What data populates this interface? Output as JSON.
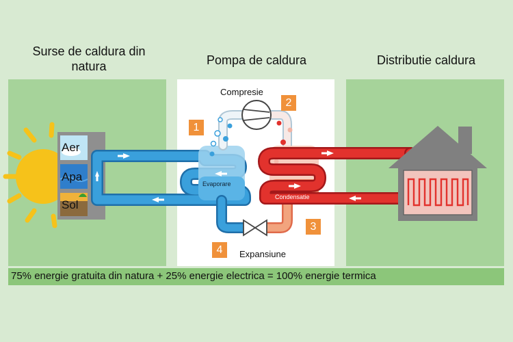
{
  "headings": {
    "left": "Surse de caldura din natura",
    "middle": "Pompa de caldura",
    "right": "Distributie caldura"
  },
  "sources": {
    "air": "Aer",
    "water": "Apa",
    "soil": "Sol"
  },
  "components": {
    "evaporator": "Evaporare",
    "condenser": "Condensatie"
  },
  "stages": {
    "compression": "Compresie",
    "expansion": "Expansiune"
  },
  "badges": {
    "one": "1",
    "two": "2",
    "three": "3",
    "four": "4"
  },
  "footer": "75% energie gratuita din natura + 25% energie electrica = 100% energie termica",
  "colors": {
    "background": "#d8ead2",
    "panel_green": "#a6d39a",
    "footer_green": "#8cc67a",
    "cold_loop": "#3aa0dc",
    "hot_loop": "#e2322d",
    "badge": "#f0913a",
    "house": "#808080"
  }
}
